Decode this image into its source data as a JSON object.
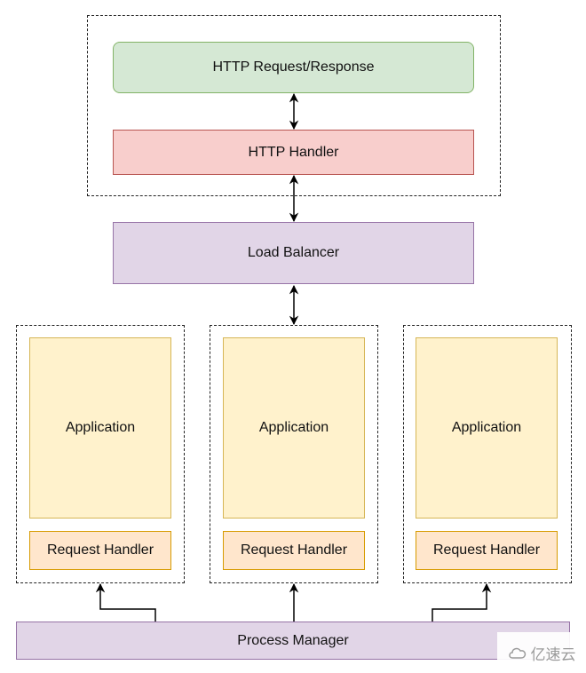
{
  "diagram": {
    "http_request_response": "HTTP Request/Response",
    "http_handler": "HTTP Handler",
    "load_balancer": "Load Balancer",
    "workers": [
      {
        "application": "Application",
        "request_handler": "Request Handler"
      },
      {
        "application": "Application",
        "request_handler": "Request Handler"
      },
      {
        "application": "Application",
        "request_handler": "Request Handler"
      }
    ],
    "process_manager": "Process Manager"
  },
  "watermark": {
    "text": "亿速云"
  },
  "colors": {
    "green_fill": "#d5e8d4",
    "red_fill": "#f8cecc",
    "purple_fill": "#e1d5e7",
    "yellow_fill": "#fff2cc",
    "orange_fill": "#ffe6cc"
  }
}
